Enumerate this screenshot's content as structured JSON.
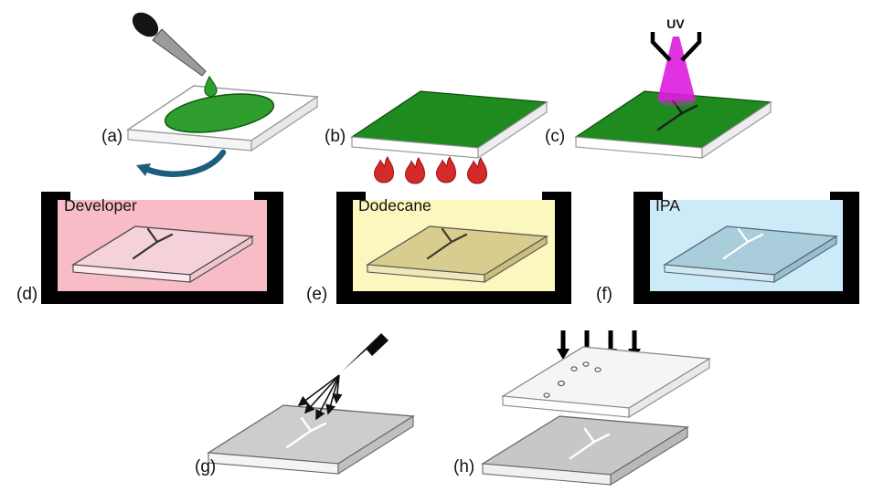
{
  "panels": {
    "a": {
      "label": "(a)"
    },
    "b": {
      "label": "(b)"
    },
    "c": {
      "label": "(c)"
    },
    "d": {
      "label": "(d)"
    },
    "e": {
      "label": "(e)"
    },
    "f": {
      "label": "(f)"
    },
    "g": {
      "label": "(g)"
    },
    "h": {
      "label": "(h)"
    }
  },
  "labels": {
    "uv": "UV",
    "developer": "Developer",
    "dodecane": "Dodecane",
    "ipa": "IPA"
  },
  "colors": {
    "resist_green": "#1f8b1f",
    "resist_drop_green": "#2f9e2f",
    "uv_magenta": "#dd1cdd",
    "flame_red": "#d42a2a",
    "developer_pink": "#f8bcc6",
    "dodecane_yellow": "#fbf7be",
    "ipa_blue": "#cdeaf8",
    "spin_arrow_teal": "#1d5e7e"
  }
}
